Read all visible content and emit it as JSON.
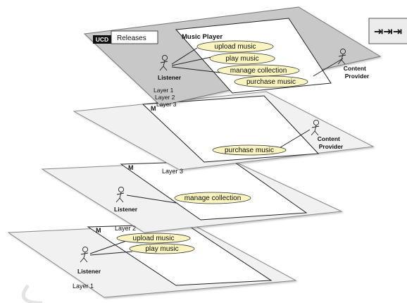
{
  "toolbar": {
    "layers_button_glyph": "⇥⇥⇥"
  },
  "top_layer": {
    "badge": "UCD",
    "tab": "Releases",
    "system_title": "Music Player",
    "actor_listener": "Listener",
    "actor_provider": "Content\nProvider",
    "use_cases": [
      "upload music",
      "play music",
      "manage collection",
      "purchase music"
    ],
    "legend": [
      "Layer 1",
      "Layer 2",
      "Layer 3"
    ]
  },
  "layer3": {
    "system_title": "M",
    "actor_provider": "Content\nProvider",
    "use_case": "purchase music",
    "label": "Layer 3"
  },
  "layer2": {
    "system_title": "M",
    "actor_listener": "Listener",
    "use_case": "manage collection",
    "label": "Layer 2"
  },
  "layer1": {
    "system_title": "M",
    "actor_listener": "Listener",
    "use_cases": [
      "upload music",
      "play music"
    ],
    "label": "Layer 1"
  }
}
